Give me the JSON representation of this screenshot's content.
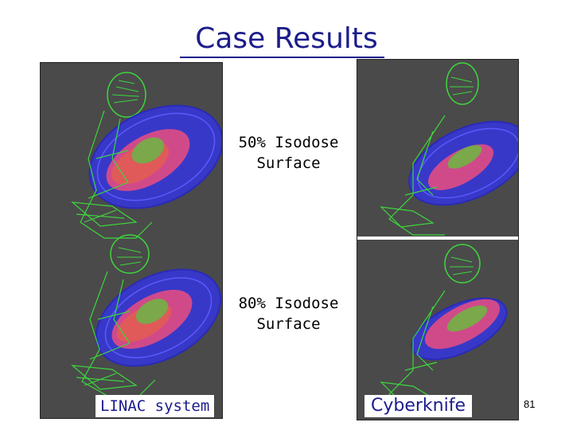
{
  "slide": {
    "title": "Case Results",
    "labels": {
      "iso50": "50% Isodose Surface",
      "iso80": "80% Isodose Surface"
    },
    "captions": {
      "linac": "LINAC system",
      "cyber": "Cyberknife"
    },
    "page_number": "81"
  }
}
